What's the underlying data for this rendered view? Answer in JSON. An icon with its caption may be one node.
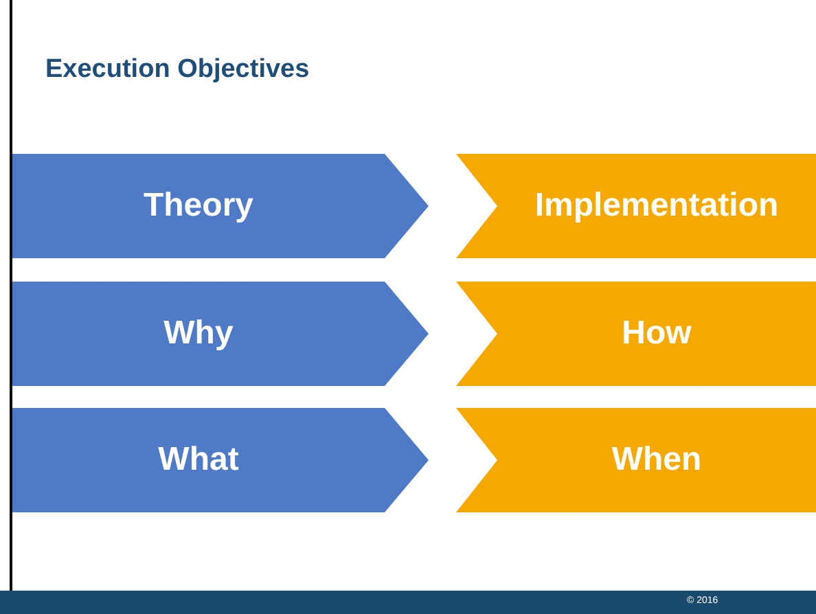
{
  "diagram": {
    "title": "Execution Objectives",
    "nodes": [
      {
        "text": [
          "Theory"
        ]
      },
      {
        "text": [
          "Implementation"
        ]
      },
      {
        "text": [
          "Why"
        ]
      },
      {
        "text": [
          "How"
        ]
      },
      {
        "text": [
          "What"
        ]
      },
      {
        "text": [
          "When"
        ]
      }
    ],
    "labels": [
      "© 2016"
    ]
  }
}
